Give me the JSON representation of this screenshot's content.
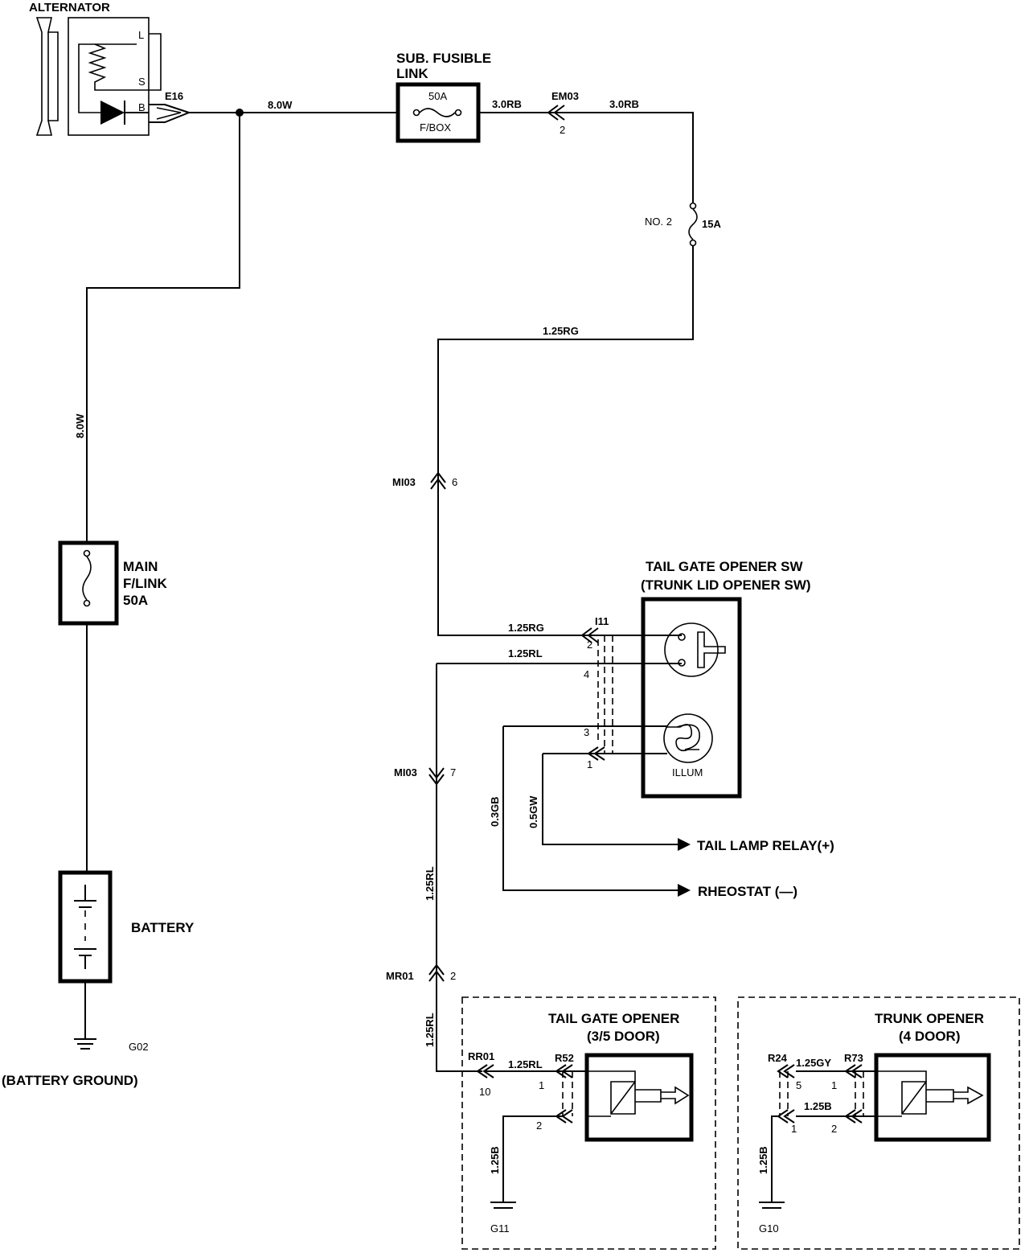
{
  "components": {
    "alternator": "ALTERNATOR",
    "alt_terminal_l": "L",
    "alt_terminal_s": "S",
    "alt_terminal_b": "B",
    "alt_connector": "E16",
    "sub_fusible_link_title_1": "SUB. FUSIBLE",
    "sub_fusible_link_title_2": "LINK",
    "sub_link_rating": "50A",
    "sub_link_location": "F/BOX",
    "main_link_title_1": "MAIN",
    "main_link_title_2": "F/LINK",
    "main_link_rating": "50A",
    "battery": "BATTERY",
    "battery_ground": "(BATTERY GROUND)",
    "fuse_name": "NO. 2",
    "fuse_rating": "15A",
    "switch_title_1": "TAIL GATE OPENER SW",
    "switch_title_2": "(TRUNK LID OPENER SW)",
    "illum": "ILLUM",
    "tail_lamp_relay": "TAIL LAMP RELAY(+)",
    "rheostat": "RHEOSTAT (—)",
    "tail_gate_opener_1": "TAIL GATE OPENER",
    "tail_gate_opener_2": "(3/5 DOOR)",
    "trunk_opener_1": "TRUNK OPENER",
    "trunk_opener_2": "(4 DOOR)"
  },
  "wires": {
    "w_alt_main": "8.0W",
    "w_vertical": "8.0W",
    "w_sub_out": "3.0RB",
    "w_em03_out": "3.0RB",
    "w_fuse_out": "1.25RG",
    "w_sw_in": "1.25RG",
    "w_sw_rl": "1.25RL",
    "w_gb": "0.3GB",
    "w_gw": "0.5GW",
    "w_rl_down_1": "1.25RL",
    "w_rl_down_2": "1.25RL",
    "w_rr01": "1.25RL",
    "w_tg_ground": "1.25B",
    "w_trunk_gy": "1.25GY",
    "w_trunk_b": "1.25B",
    "w_trunk_ground": "1.25B"
  },
  "connectors": {
    "em03": "EM03",
    "em03_pin": "2",
    "mi03_top": "MI03",
    "mi03_top_pin": "6",
    "i11": "I11",
    "i11_pin_2": "2",
    "i11_pin_4": "4",
    "i11_pin_3": "3",
    "i11_pin_1": "1",
    "mi03_bottom": "MI03",
    "mi03_bottom_pin": "7",
    "mr01": "MR01",
    "mr01_pin": "2",
    "rr01": "RR01",
    "rr01_pin": "10",
    "r52": "R52",
    "r52_pin_1": "1",
    "r52_pin_2": "2",
    "r24": "R24",
    "r24_pin_5": "5",
    "r24_pin_1": "1",
    "r73": "R73",
    "r73_pin_1": "1",
    "r73_pin_2": "2"
  },
  "grounds": {
    "g02": "G02",
    "g11": "G11",
    "g10": "G10"
  }
}
